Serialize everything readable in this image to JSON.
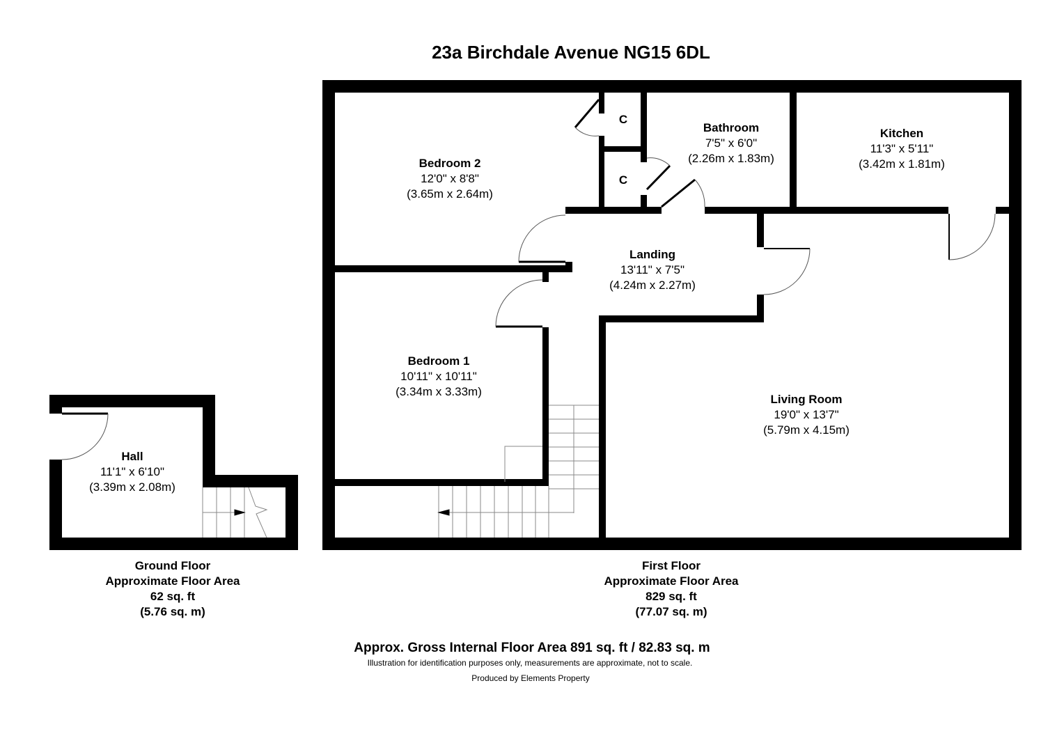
{
  "title": "23a Birchdale Avenue NG15 6DL",
  "colors": {
    "wall": "#000000",
    "door_arc": "#555555",
    "stairs": "#888888",
    "background": "#ffffff"
  },
  "rooms": {
    "bedroom2": {
      "name": "Bedroom 2",
      "imperial": "12'0\" x 8'8\"",
      "metric": "(3.65m x 2.64m)"
    },
    "bathroom": {
      "name": "Bathroom",
      "imperial": "7'5\" x 6'0\"",
      "metric": "(2.26m x 1.83m)"
    },
    "kitchen": {
      "name": "Kitchen",
      "imperial": "11'3\" x 5'11\"",
      "metric": "(3.42m x 1.81m)"
    },
    "landing": {
      "name": "Landing",
      "imperial": "13'11\" x 7'5\"",
      "metric": "(4.24m x 2.27m)"
    },
    "bedroom1": {
      "name": "Bedroom 1",
      "imperial": "10'11\" x 10'11\"",
      "metric": "(3.34m x 3.33m)"
    },
    "living_room": {
      "name": "Living Room",
      "imperial": "19'0\" x 13'7\"",
      "metric": "(5.79m x 4.15m)"
    },
    "hall": {
      "name": "Hall",
      "imperial": "11'1\" x 6'10\"",
      "metric": "(3.39m x 2.08m)"
    }
  },
  "closets": [
    {
      "label": "C"
    },
    {
      "label": "C"
    }
  ],
  "floors": {
    "ground": {
      "name": "Ground Floor",
      "caption": "Approximate Floor Area",
      "area_imperial": "62 sq. ft",
      "area_metric": "(5.76 sq. m)"
    },
    "first": {
      "name": "First Floor",
      "caption": "Approximate Floor Area",
      "area_imperial": "829 sq. ft",
      "area_metric": "(77.07 sq. m)"
    }
  },
  "gross_area": "Approx. Gross Internal Floor Area 891 sq. ft / 82.83 sq. m",
  "disclaimer": "Illustration for identification purposes only, measurements are approximate, not to scale.",
  "producer": "Produced by Elements Property"
}
